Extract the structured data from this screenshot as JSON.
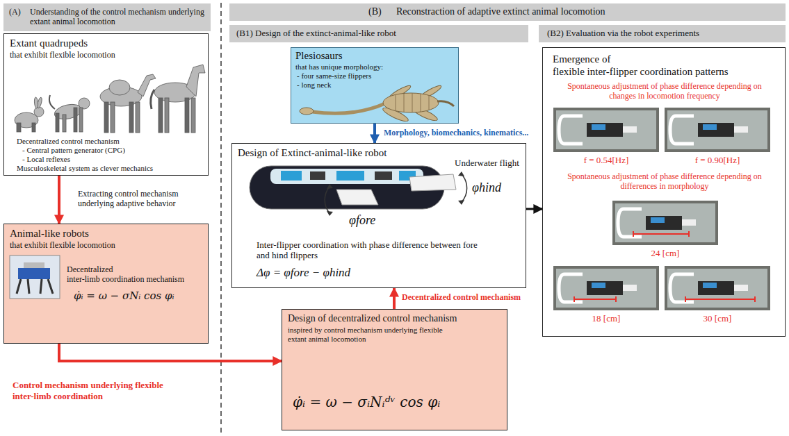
{
  "diagram": {
    "nodes": [
      {
        "text": [
          "(A)",
          "Understanding of the control mechanism underlying extant animal locomotion"
        ]
      },
      {
        "text": [
          "Extant quadrupeds",
          "that exhibit flexible locomotion",
          "Decentralized control mechanism",
          "- Central pattern generator (CPG)",
          "- Local reflexes",
          "Musculoskeletal system as clever mechanics"
        ]
      },
      {
        "text": [
          "Animal-like robots",
          "that exhibit flexible locomotion",
          "Decentralized",
          "inter-limb coordination mechanism",
          "φ̇ᵢ = ω − σNᵢ cos φᵢ"
        ]
      },
      {
        "text": [
          "(B)",
          "Reconstraction of adaptive extinct animal locomotion"
        ]
      },
      {
        "text": [
          "(B1) Design of the extinct-animal-like robot"
        ]
      },
      {
        "text": [
          "(B2) Evaluation via the robot experiments"
        ]
      },
      {
        "text": [
          "Plesiosaurs",
          "that has unique morphology:",
          "- four same-size flippers",
          "- long neck"
        ]
      },
      {
        "text": [
          "Design of Extinct-animal-like robot",
          "Underwater flight",
          "φhind",
          "φfore",
          "Inter-flipper coordination with phase difference between fore and hind flippers",
          "Δφ = φfore − φhind"
        ]
      },
      {
        "text": [
          "Design of decentralized control mechanism",
          "inspired by control mechanism underlying flexible extant animal locomotion",
          "φ̇ᵢ = ω − σᵢNᵢᵈᵛ cos φᵢ"
        ]
      },
      {
        "text": [
          "Emergence of",
          "flexible inter-flipper coordination patterns",
          "Spontaneous adjustment of phase difference depending on changes in locomotion frequency",
          "f = 0.54[Hz]",
          "f = 0.90[Hz]",
          "Spontaneous adjustment of phase difference depending on differences in morphology",
          "24 [cm]",
          "18 [cm]",
          "30 [cm]"
        ]
      }
    ],
    "edges": [
      {
        "from": 1,
        "to": 2,
        "arrow": "to",
        "label": "Extracting control mechanism underlying adaptive behavior"
      },
      {
        "from": 2,
        "to": 8,
        "arrow": "to",
        "label": "Control mechanism underlying flexible inter-limb coordination"
      },
      {
        "from": 6,
        "to": 7,
        "arrow": "to",
        "label": "Morphology, biomechanics, kinematics..."
      },
      {
        "from": 8,
        "to": 7,
        "arrow": "to",
        "label": "Decentralized control mechanism"
      },
      {
        "from": 7,
        "to": 9,
        "arrow": "to"
      }
    ]
  }
}
